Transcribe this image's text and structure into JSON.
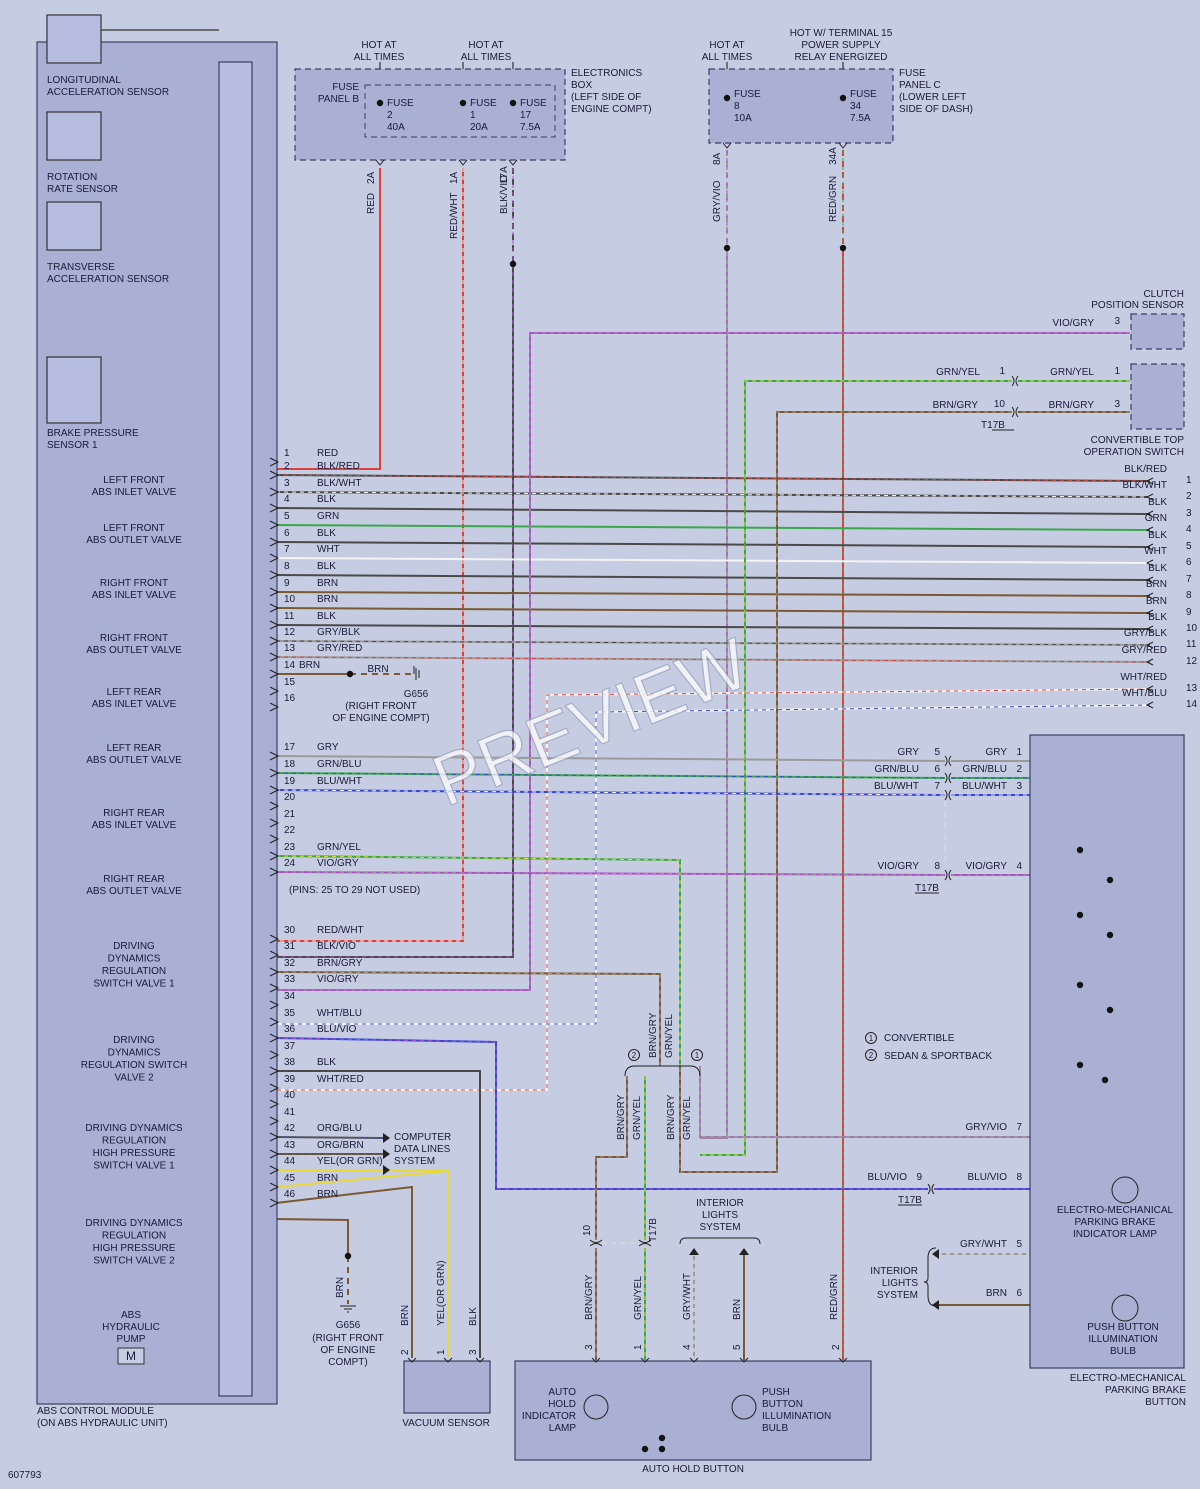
{
  "title_bar": {
    "hot_b_1": "HOT AT",
    "hot_b_2": "ALL TIMES",
    "hot_c_1": "HOT AT",
    "hot_c_2": "ALL TIMES",
    "hot_w_1": "HOT W/ TERMINAL 15",
    "hot_w_2": "POWER SUPPLY",
    "hot_w_3": "RELAY ENERGIZED"
  },
  "fuse_panel_b": {
    "label_1": "FUSE",
    "label_2": "PANEL B",
    "box_1": "ELECTRONICS",
    "box_2": "BOX",
    "box_3": "(LEFT SIDE OF",
    "box_4": "ENGINE COMPT)",
    "fuses": [
      {
        "name": "FUSE",
        "num": "2",
        "amp": "40A",
        "pin": "2A",
        "wire": "RED"
      },
      {
        "name": "FUSE",
        "num": "1",
        "amp": "20A",
        "pin": "1A",
        "wire": "RED/WHT"
      },
      {
        "name": "FUSE",
        "num": "17",
        "amp": "7.5A",
        "pin": "17A",
        "wire": "BLK/VIO"
      }
    ]
  },
  "fuse_panel_c": {
    "label_1": "FUSE",
    "label_2": "PANEL C",
    "label_3": "(LOWER LEFT",
    "label_4": "SIDE OF DASH)",
    "fuses": [
      {
        "name": "FUSE",
        "num": "8",
        "amp": "10A",
        "pin": "8A",
        "wire": "GRY/VIO"
      },
      {
        "name": "FUSE",
        "num": "34",
        "amp": "7.5A",
        "pin": "34A",
        "wire": "RED/GRN"
      }
    ]
  },
  "abs_module": {
    "label_1": "ABS CONTROL MODULE",
    "label_2": "(ON ABS HYDRAULIC UNIT)",
    "components": [
      {
        "l1": "LONGITUDINAL",
        "l2": "ACCELERATION SENSOR"
      },
      {
        "l1": "ROTATION",
        "l2": "RATE SENSOR"
      },
      {
        "l1": "TRANSVERSE",
        "l2": "ACCELERATION SENSOR"
      },
      {
        "l1": "BRAKE PRESSURE",
        "l2": "SENSOR 1"
      }
    ],
    "valves": [
      {
        "l1": "LEFT FRONT",
        "l2": "ABS INLET VALVE"
      },
      {
        "l1": "LEFT FRONT",
        "l2": "ABS OUTLET VALVE"
      },
      {
        "l1": "RIGHT FRONT",
        "l2": "ABS INLET VALVE"
      },
      {
        "l1": "RIGHT FRONT",
        "l2": "ABS OUTLET VALVE"
      },
      {
        "l1": "LEFT REAR",
        "l2": "ABS INLET VALVE"
      },
      {
        "l1": "LEFT REAR",
        "l2": "ABS OUTLET VALVE"
      },
      {
        "l1": "RIGHT REAR",
        "l2": "ABS INLET VALVE"
      },
      {
        "l1": "RIGHT REAR",
        "l2": "ABS OUTLET VALVE"
      }
    ],
    "drv1": {
      "l1": "DRIVING",
      "l2": "DYNAMICS",
      "l3": "REGULATION",
      "l4": "SWITCH VALVE 1"
    },
    "drv2": {
      "l1": "DRIVING",
      "l2": "DYNAMICS",
      "l3": "REGULATION SWITCH",
      "l4": "VALVE 2"
    },
    "drv3": {
      "l1": "DRIVING DYNAMICS",
      "l2": "REGULATION",
      "l3": "HIGH PRESSURE",
      "l4": "SWITCH VALVE 1"
    },
    "drv4": {
      "l1": "DRIVING DYNAMICS",
      "l2": "REGULATION",
      "l3": "HIGH PRESSURE",
      "l4": "SWITCH VALVE 2"
    },
    "pump": {
      "l1": "ABS",
      "l2": "HYDRAULIC",
      "l3": "PUMP",
      "sym": "M"
    }
  },
  "left_pins": [
    {
      "pin": "1",
      "wire": "RED"
    },
    {
      "pin": "2",
      "wire": "BLK/RED"
    },
    {
      "pin": "3",
      "wire": "BLK/WHT"
    },
    {
      "pin": "4",
      "wire": "BLK"
    },
    {
      "pin": "5",
      "wire": "GRN"
    },
    {
      "pin": "6",
      "wire": "BLK"
    },
    {
      "pin": "7",
      "wire": "WHT"
    },
    {
      "pin": "8",
      "wire": "BLK"
    },
    {
      "pin": "9",
      "wire": "BRN"
    },
    {
      "pin": "10",
      "wire": "BRN"
    },
    {
      "pin": "11",
      "wire": "BLK"
    },
    {
      "pin": "12",
      "wire": "GRY/BLK"
    },
    {
      "pin": "13",
      "wire": "GRY/RED"
    },
    {
      "pin": "14",
      "wire": "BRN"
    },
    {
      "pin": "15",
      "wire": ""
    },
    {
      "pin": "16",
      "wire": ""
    },
    {
      "pin": "17",
      "wire": "GRY"
    },
    {
      "pin": "18",
      "wire": "GRN/BLU"
    },
    {
      "pin": "19",
      "wire": "BLU/WHT"
    },
    {
      "pin": "20",
      "wire": ""
    },
    {
      "pin": "21",
      "wire": ""
    },
    {
      "pin": "22",
      "wire": ""
    },
    {
      "pin": "23",
      "wire": "GRN/YEL"
    },
    {
      "pin": "24",
      "wire": "VIO/GRY"
    },
    {
      "pin": "30",
      "wire": "RED/WHT"
    },
    {
      "pin": "31",
      "wire": "BLK/VIO"
    },
    {
      "pin": "32",
      "wire": "BRN/GRY"
    },
    {
      "pin": "33",
      "wire": "VIO/GRY"
    },
    {
      "pin": "34",
      "wire": ""
    },
    {
      "pin": "35",
      "wire": "WHT/BLU"
    },
    {
      "pin": "36",
      "wire": "BLU/VIO"
    },
    {
      "pin": "37",
      "wire": ""
    },
    {
      "pin": "38",
      "wire": "BLK"
    },
    {
      "pin": "39",
      "wire": "WHT/RED"
    },
    {
      "pin": "40",
      "wire": ""
    },
    {
      "pin": "41",
      "wire": ""
    },
    {
      "pin": "42",
      "wire": "ORG/BLU"
    },
    {
      "pin": "43",
      "wire": "ORG/BRN"
    },
    {
      "pin": "44",
      "wire": "YEL(OR GRN)"
    },
    {
      "pin": "45",
      "wire": "BRN"
    },
    {
      "pin": "46",
      "wire": "BRN"
    }
  ],
  "not_used": "(PINS: 25 TO 29 NOT USED)",
  "ground_top": {
    "wire": "BRN",
    "name": "G656",
    "l1": "(RIGHT FRONT",
    "l2": "OF ENGINE COMPT)"
  },
  "ground_bottom": {
    "wire": "BRN",
    "name": "G656",
    "l1": "(RIGHT FRONT",
    "l2": "OF ENGINE",
    "l3": "COMPT)"
  },
  "computer": {
    "l1": "COMPUTER",
    "l2": "DATA LINES",
    "l3": "SYSTEM"
  },
  "right_pins": [
    {
      "pin": "1",
      "wire": "BLK/RED"
    },
    {
      "pin": "2",
      "wire": "BLK/WHT"
    },
    {
      "pin": "3",
      "wire": "BLK"
    },
    {
      "pin": "4",
      "wire": "GRN"
    },
    {
      "pin": "5",
      "wire": "BLK"
    },
    {
      "pin": "6",
      "wire": "WHT"
    },
    {
      "pin": "7",
      "wire": "BLK"
    },
    {
      "pin": "8",
      "wire": "BRN"
    },
    {
      "pin": "9",
      "wire": "BRN"
    },
    {
      "pin": "10",
      "wire": "BLK"
    },
    {
      "pin": "11",
      "wire": "GRY/BLK"
    },
    {
      "pin": "12",
      "wire": "GRY/RED"
    },
    {
      "pin": "13",
      "wire": "WHT/RED"
    },
    {
      "pin": "14",
      "wire": "WHT/BLU"
    }
  ],
  "clutch": {
    "l1": "CLUTCH",
    "l2": "POSITION SENSOR",
    "wire": "VIO/GRY",
    "pin": "3"
  },
  "conv_switch": {
    "l1": "CONVERTIBLE TOP",
    "l2": "OPERATION SWITCH",
    "w1a": "GRN/YEL",
    "p1a": "1",
    "w1b": "GRN/YEL",
    "p1b": "1",
    "w2a": "BRN/GRY",
    "p2a": "10",
    "w2b": "BRN/GRY",
    "p2b": "3",
    "conn": "T17B"
  },
  "epb_button": {
    "l1": "ELECTRO-MECHANICAL",
    "l2": "PARKING BRAKE",
    "l3": "BUTTON",
    "conns": [
      {
        "a": "GRY",
        "pa": "5",
        "b": "GRY",
        "pb": "1"
      },
      {
        "a": "GRN/BLU",
        "pa": "6",
        "b": "GRN/BLU",
        "pb": "2"
      },
      {
        "a": "BLU/WHT",
        "pa": "7",
        "b": "BLU/WHT",
        "pb": "3"
      },
      {
        "a": "VIO/GRY",
        "pa": "8",
        "b": "VIO/GRY",
        "pb": "4"
      }
    ],
    "conn": "T17B",
    "p7_wire": "GRY/VIO",
    "p7": "7",
    "p8_wire_a": "BLU/VIO",
    "p8_pa": "9",
    "p8_wire_b": "BLU/VIO",
    "p8": "8",
    "p8_conn": "T17B",
    "p5_wire": "GRY/WHT",
    "p5": "5",
    "p6_wire": "BRN",
    "p6": "6",
    "lamp": {
      "l1": "ELECTRO-MECHANICAL",
      "l2": "PARKING BRAKE",
      "l3": "INDICATOR LAMP"
    },
    "bulb": {
      "l1": "PUSH BUTTON",
      "l2": "ILLUMINATION",
      "l3": "BULB"
    },
    "interior": {
      "l1": "INTERIOR",
      "l2": "LIGHTS",
      "l3": "SYSTEM"
    }
  },
  "legend": {
    "m1": "1",
    "t1": "CONVERTIBLE",
    "m2": "2",
    "t2": "SEDAN & SPORTBACK"
  },
  "splice": {
    "w1": "BRN/GRY",
    "w2": "GRN/YEL",
    "m2": "2",
    "m1": "1",
    "w3": "BRN/GRY",
    "w4": "GRN/YEL",
    "w5": "BRN/GRY",
    "w6": "GRN/YEL"
  },
  "interior_top": {
    "l1": "INTERIOR",
    "l2": "LIGHTS",
    "l3": "SYSTEM"
  },
  "auto_hold": {
    "title": "AUTO HOLD BUTTON",
    "ind_1": "AUTO",
    "ind_2": "HOLD",
    "ind_3": "INDICATOR",
    "ind_4": "LAMP",
    "bulb_1": "PUSH",
    "bulb_2": "BUTTON",
    "bulb_3": "ILLUMINATION",
    "bulb_4": "BULB",
    "pins": [
      {
        "pin": "3",
        "wire": "BRN/GRY"
      },
      {
        "pin": "1",
        "wire": "GRN/YEL"
      },
      {
        "pin": "4",
        "wire": "GRY/WHT"
      },
      {
        "pin": "5",
        "wire": "BRN"
      },
      {
        "pin": "2",
        "wire": "RED/GRN"
      }
    ],
    "pin10": "10",
    "conn": "T17B"
  },
  "vacuum": {
    "label": "VACUUM SENSOR",
    "pins": [
      {
        "pin": "2",
        "wire": "BRN"
      },
      {
        "pin": "1",
        "wire": "YEL(OR GRN)"
      },
      {
        "pin": "3",
        "wire": "BLK"
      }
    ]
  },
  "footer": {
    "code": "607793"
  },
  "watermark": "PREVIEW",
  "colors": {
    "RED": "#e0403a",
    "BLK": "#4a4a4a",
    "WHT": "#f4f4f4",
    "GRN": "#3aa84a",
    "BRN": "#7a5a32",
    "GRY": "#9a9a9a",
    "VIO": "#b050c8",
    "BLU": "#3a46d8",
    "YEL": "#e8d838"
  }
}
